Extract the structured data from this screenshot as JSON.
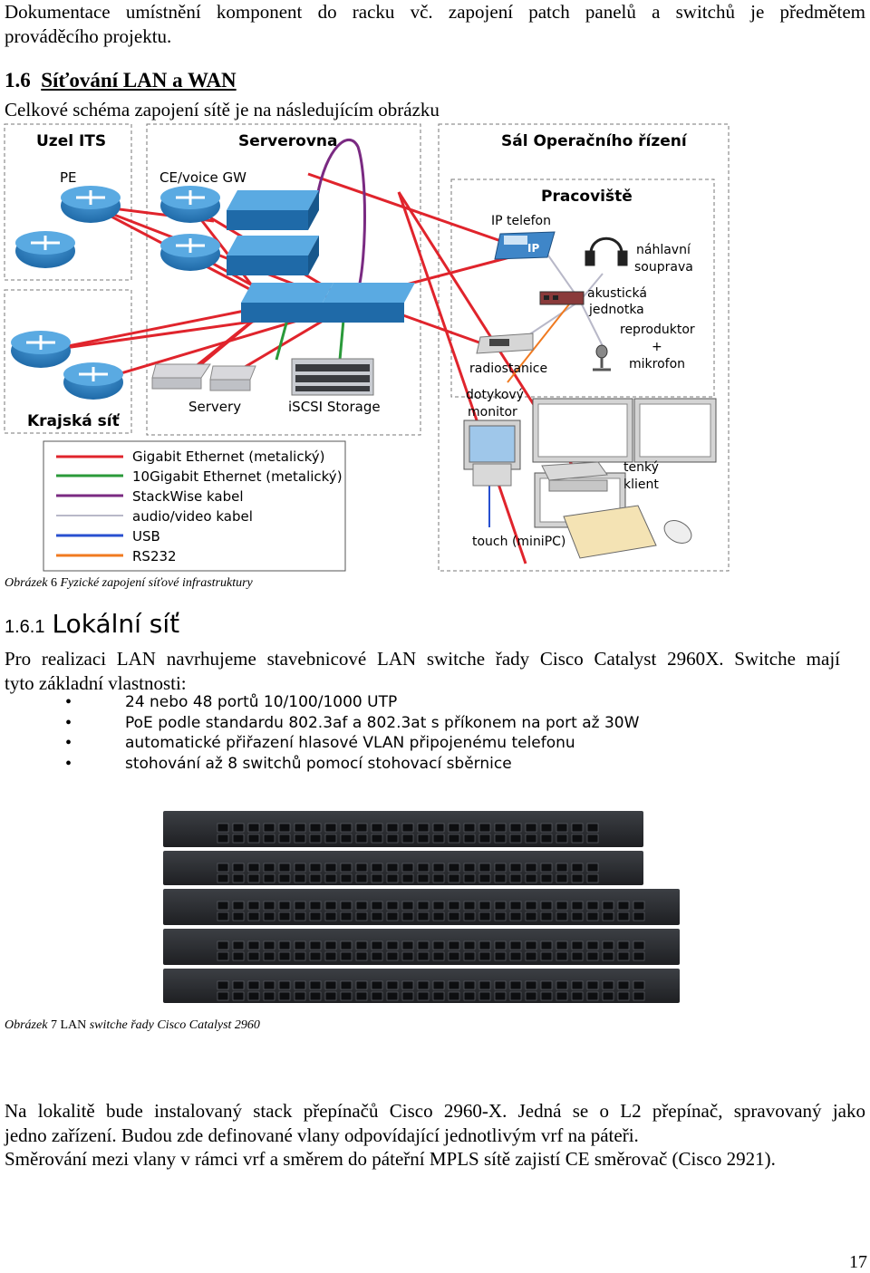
{
  "intro": {
    "line1": "Dokumentace umístnění komponent do racku vč. zapojení patch panelů a switchů je předmětem",
    "line2": "prováděcího projektu."
  },
  "section16": {
    "number": "1.6",
    "title": "Síťování LAN a WAN",
    "lead": "Celkové schéma zapojení sítě je na následujícím obrázku"
  },
  "diagram": {
    "zones": {
      "uzel": "Uzel ITS",
      "serverovna": "Serverovna",
      "sal": "Sál Operačního řízení",
      "pracoviste": "Pracoviště",
      "krajska": "Krajská síť"
    },
    "labels": {
      "pe": "PE",
      "ce": "CE/voice GW",
      "ip_telefon": "IP telefon",
      "ip_badge": "IP",
      "nahlavni1": "náhlavní",
      "nahlavni2": "souprava",
      "akusticka1": "akustická",
      "akusticka2": "jednotka",
      "reproduktor1": "reproduktor",
      "reproduktor2": "+",
      "reproduktor3": "mikrofon",
      "radiostanice": "radiostanice",
      "servery": "Servery",
      "iscsi": "iSCSI Storage",
      "dotykovy1": "dotykový",
      "dotykovy2": "monitor",
      "tenky1": "tenký",
      "tenky2": "klient",
      "touch": "touch (miniPC)"
    },
    "legend": [
      {
        "label": "Gigabit Ethernet (metalický)",
        "color": "#e0242c"
      },
      {
        "label": "10Gigabit Ethernet (metalický)",
        "color": "#2a9a3a"
      },
      {
        "label": "StackWise kabel",
        "color": "#7a2a82"
      },
      {
        "label": "audio/video kabel",
        "color": "#b8b8c8"
      },
      {
        "label": "USB",
        "color": "#2850d0"
      },
      {
        "label": "RS232",
        "color": "#f07a20"
      }
    ],
    "device_color": "#2c7fc3"
  },
  "figure6": {
    "prefix": "Obrázek",
    "number": "6",
    "text": "Fyzické zapojení síťové infrastruktury"
  },
  "section161": {
    "number": "1.6.1",
    "title": "Lokální síť"
  },
  "lan": {
    "p1_line1": "Pro realizaci LAN navrhujeme stavebnicové LAN switche řady Cisco Catalyst 2960X. Switche mají",
    "p1_line2": "tyto základní vlastnosti:",
    "bullets": [
      "24 nebo 48 portů 10/100/1000 UTP",
      "PoE podle standardu 802.3af a 802.3at s příkonem na port až 30W",
      "automatické přiřazení hlasové VLAN připojenému telefonu",
      "stohování až 8 switchů pomocí stohovací sběrnice"
    ]
  },
  "figure7": {
    "prefix": "Obrázek",
    "number": "7",
    "lan": "LAN",
    "text": "switche řady Cisco Catalyst 2960"
  },
  "closing": {
    "line1": "Na lokalitě bude instalovaný stack přepínačů Cisco 2960-X. Jedná se o L2 přepínač, spravovaný jako",
    "line2": "jedno zařízení. Budou zde definované vlany odpovídající jednotlivým vrf na páteři.",
    "line3": "Směrování mezi vlany v rámci vrf a směrem do páteřní MPLS sítě zajistí CE směrovač (Cisco 2921)."
  },
  "page_number": "17"
}
